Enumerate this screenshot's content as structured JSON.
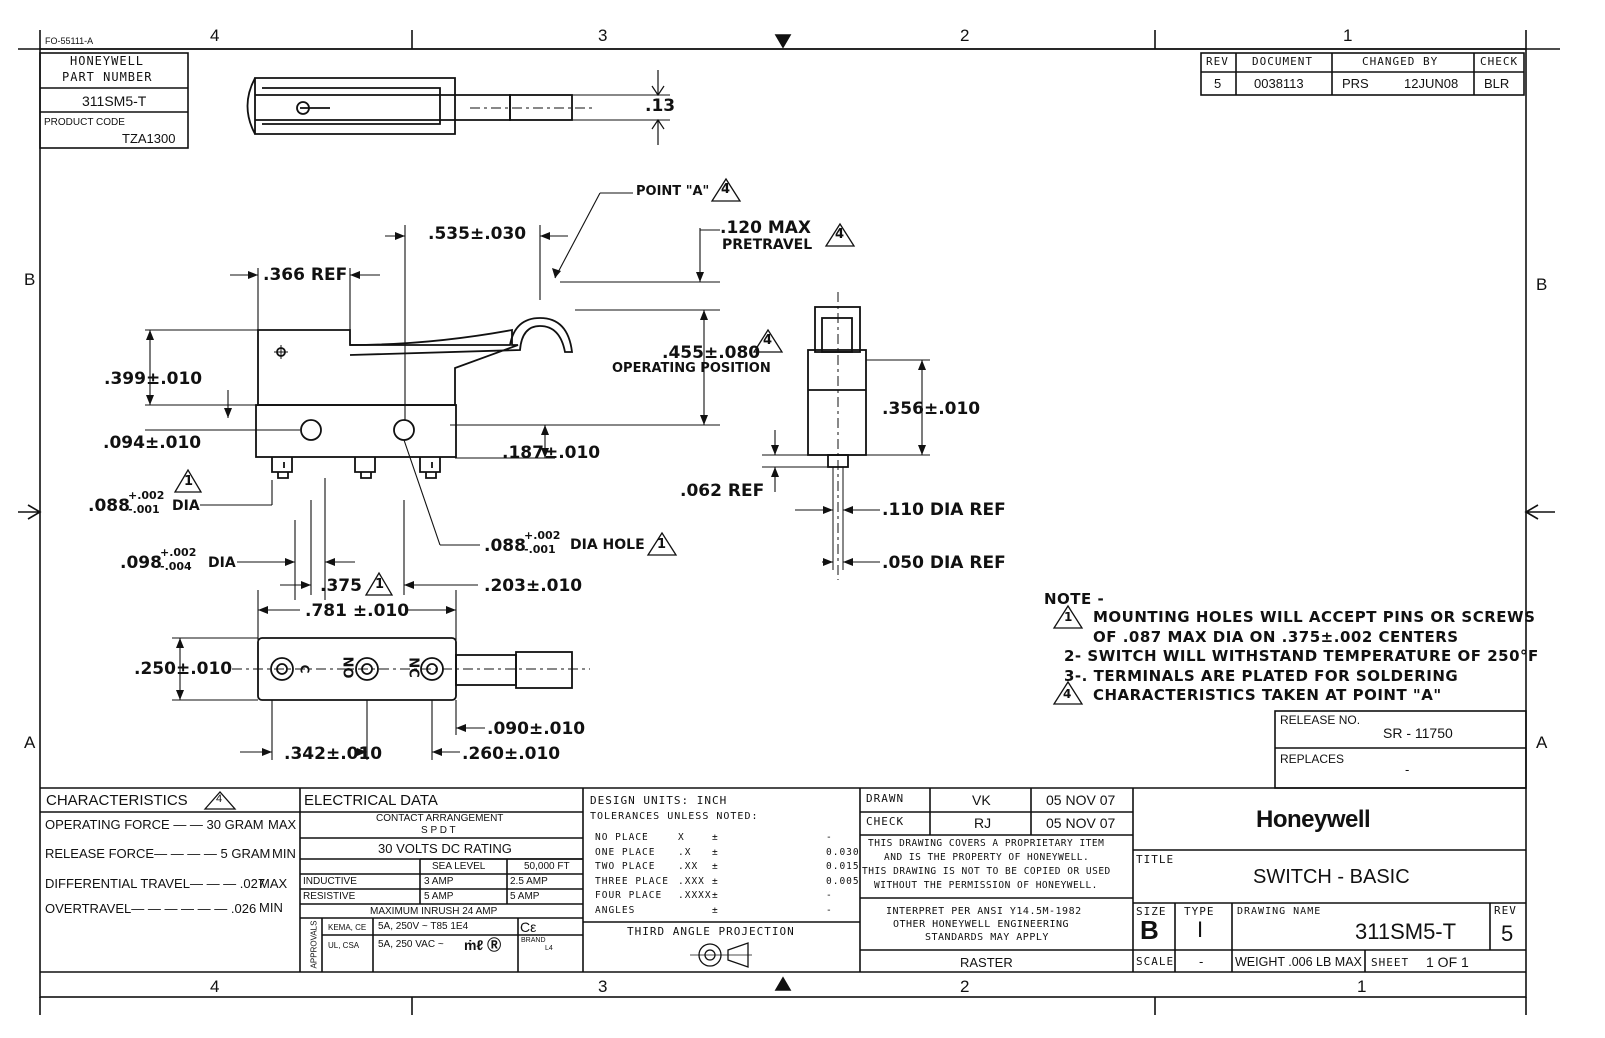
{
  "form_number": "FO-55111-A",
  "zones": {
    "top": [
      "4",
      "3",
      "2",
      "1"
    ],
    "bottom": [
      "4",
      "3",
      "2",
      "1"
    ],
    "side": [
      "B",
      "A"
    ]
  },
  "part_block": {
    "header_line1": "HONEYWELL",
    "header_line2": "PART NUMBER",
    "part_number": "311SM5-T",
    "product_code_label": "PRODUCT CODE",
    "product_code": "TZA1300"
  },
  "revision_table": {
    "headers": [
      "REV",
      "DOCUMENT",
      "CHANGED BY",
      "CHECK"
    ],
    "row": {
      "rev": "5",
      "document": "0038113",
      "changed_by": "PRS",
      "date": "12JUN08",
      "check": "BLR"
    }
  },
  "dimensions": {
    "d_13": ".13",
    "d_535": ".535±.030",
    "point_a": "POINT \"A\"",
    "max_120": ".120  MAX",
    "pretravel": "PRETRAVEL",
    "d_366": ".366 REF",
    "d_399": ".399±.010",
    "d_455": ".455±.080",
    "operating_position": "OPERATING  POSITION",
    "d_094": ".094±.010",
    "d_187": ".187±.010",
    "d_088_dia": ".088",
    "d_088_tol_plus": "+.002",
    "d_088_tol_minus": "-.001",
    "dia": "DIA",
    "d_356": ".356±.010",
    "d_062": ".062 REF",
    "d_110": ".110 DIA REF",
    "d_088_hole": ".088",
    "dia_hole": "DIA HOLE",
    "d_098": ".098",
    "d_098_tol_plus": "+.002",
    "d_098_tol_minus": "-.004",
    "d_050": ".050 DIA REF",
    "d_375": ".375",
    "d_203": ".203±.010",
    "d_781": ".781 ±.010",
    "d_250": ".250±.010",
    "d_090": ".090±.010",
    "d_342": ".342±.010",
    "d_260": ".260±.010",
    "terminal_c": "C",
    "terminal_no": "NO",
    "terminal_nc": "NC"
  },
  "notes": {
    "heading": "NOTE -",
    "n1_line1": "MOUNTING HOLES WILL ACCEPT PINS OR SCREWS",
    "n1_line2": "OF .087 MAX DIA ON .375±.002 CENTERS",
    "n2": "2-  SWITCH WILL WITHSTAND TEMPERATURE OF 250°F",
    "n3": "3-. TERMINALS  ARE PLATED FOR SOLDERING",
    "n4": "CHARACTERISTICS  TAKEN  AT POINT \"A\""
  },
  "release": {
    "label": "RELEASE NO.",
    "value": "SR - 11750",
    "replaces_label": "REPLACES",
    "replaces_value": "-"
  },
  "characteristics": {
    "title": "CHARACTERISTICS",
    "rows": [
      {
        "label": "OPERATING FORCE — —  30 GRAM",
        "value": "MAX"
      },
      {
        "label": "RELEASE FORCE— — — — 5 GRAM",
        "value": "MIN"
      },
      {
        "label": "DIFFERENTIAL TRAVEL— — — .027",
        "value": "MAX"
      },
      {
        "label": "OVERTRAVEL— — — — — —  .026",
        "value": "MIN"
      }
    ]
  },
  "electrical": {
    "title": "ELECTRICAL DATA",
    "contact_arrangement": "CONTACT ARRANGEMENT",
    "spdt": "S P D T",
    "rating": "30 VOLTS DC RATING",
    "sea_level": "SEA LEVEL",
    "altitude": "50,000 FT",
    "inductive": "INDUCTIVE",
    "inductive_sea": "3 AMP",
    "inductive_alt": "2.5 AMP",
    "resistive": "RESISTIVE",
    "resistive_sea": "5 AMP",
    "resistive_alt": "5 AMP",
    "max_inrush": "MAXIMUM INRUSH   24 AMP",
    "approvals": "APPROVALS",
    "kema": "KEMA, CE",
    "kema_val": "5A, 250V ~ T85 1E4",
    "ul": "UL, CSA",
    "ul_val": "5A, 250 VAC ~",
    "brand": "BRAND",
    "brand_val": "L4"
  },
  "tolerances": {
    "design_units": "DESIGN UNITS:  INCH",
    "tolerances_label": "TOLERANCES UNLESS NOTED:",
    "rows": [
      {
        "name": "NO PLACE",
        "fmt": "X",
        "pm": "±",
        "val": "-"
      },
      {
        "name": "ONE PLACE",
        "fmt": ".X",
        "pm": "±",
        "val": "0.030"
      },
      {
        "name": "TWO PLACE",
        "fmt": ".XX",
        "pm": "±",
        "val": "0.015"
      },
      {
        "name": "THREE PLACE",
        "fmt": ".XXX",
        "pm": "±",
        "val": "0.005"
      },
      {
        "name": "FOUR PLACE",
        "fmt": ".XXXX",
        "pm": "±",
        "val": "-"
      },
      {
        "name": "ANGLES",
        "fmt": "",
        "pm": "±",
        "val": "-"
      }
    ],
    "projection": "THIRD ANGLE PROJECTION"
  },
  "signoff": {
    "drawn_label": "DRAWN",
    "drawn_by": "VK",
    "drawn_date": "05 NOV 07",
    "check_label": "CHECK",
    "check_by": "RJ",
    "check_date": "05 NOV 07",
    "proprietary": [
      "THIS DRAWING COVERS A PROPRIETARY ITEM",
      "AND IS THE PROPERTY OF HONEYWELL.",
      "THIS DRAWING IS NOT TO BE COPIED OR USED",
      "WITHOUT THE PERMISSION OF HONEYWELL."
    ],
    "interpret": [
      "INTERPRET PER ANSI Y14.5M-1982",
      "OTHER HONEYWELL ENGINEERING",
      "STANDARDS MAY APPLY"
    ],
    "raster": "RASTER"
  },
  "title_block": {
    "brand": "Honeywell",
    "title_label": "TITLE",
    "title": "SWITCH - BASIC",
    "size_label": "SIZE",
    "size": "B",
    "type_label": "TYPE",
    "type": "I",
    "drawing_name_label": "DRAWING NAME",
    "drawing_name": "311SM5-T",
    "rev_label": "REV",
    "rev": "5",
    "scale_label": "SCALE",
    "scale": "-",
    "weight": "WEIGHT .006 LB MAX",
    "sheet_label": "SHEET",
    "sheet": "1 OF 1"
  }
}
